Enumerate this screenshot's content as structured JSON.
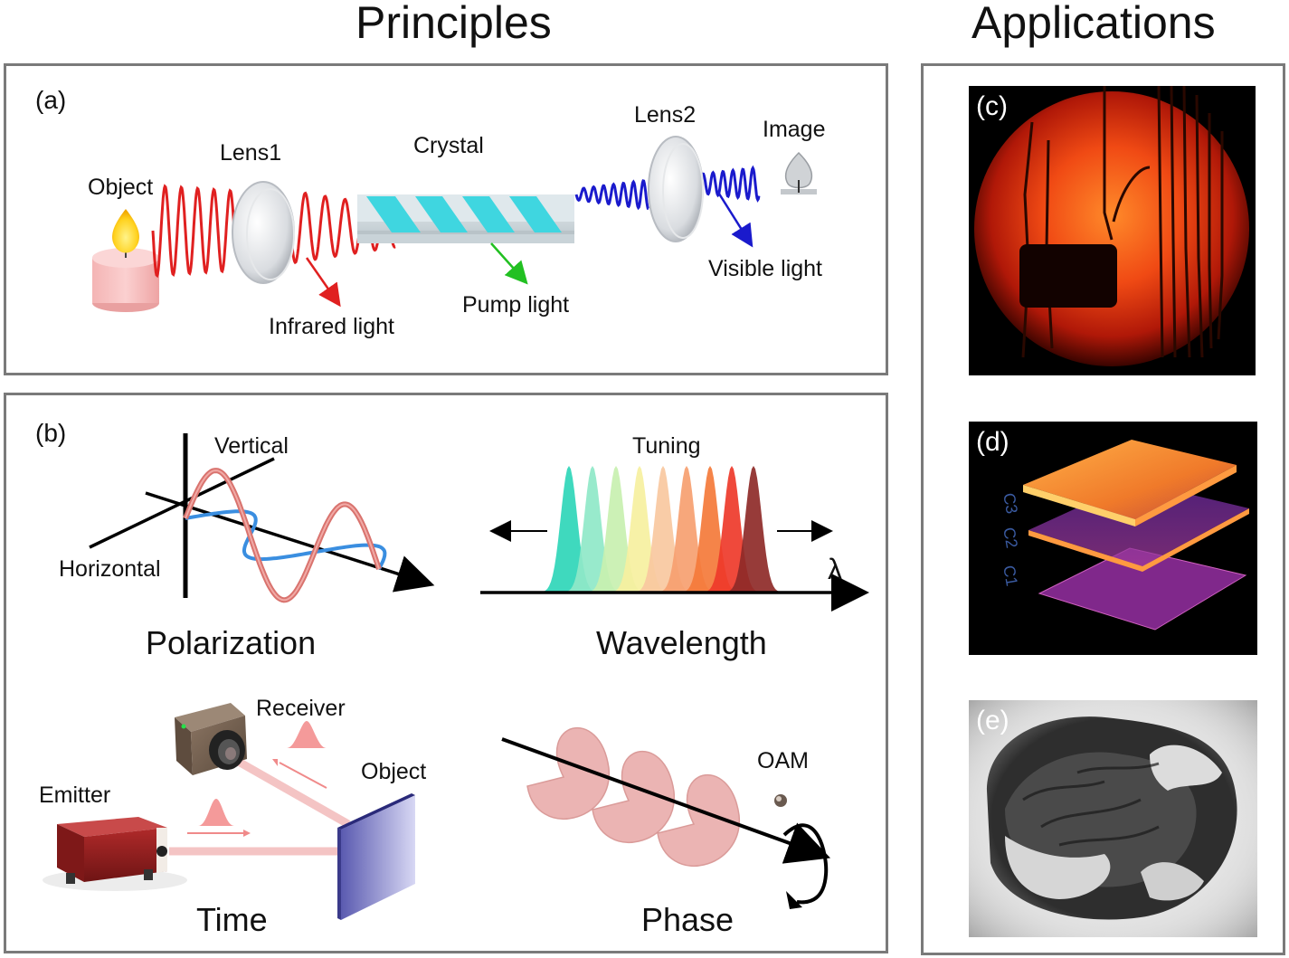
{
  "headings": {
    "principles": "Principles",
    "applications": "Applications"
  },
  "panel_a": {
    "label": "(a)",
    "object": "Object",
    "lens1": "Lens1",
    "crystal": "Crystal",
    "lens2": "Lens2",
    "image": "Image",
    "infrared": "Infrared light",
    "pump": "Pump light",
    "visible": "Visible light"
  },
  "panel_b": {
    "label": "(b)",
    "vertical": "Vertical",
    "horizontal": "Horizontal",
    "polarization": "Polarization",
    "tuning": "Tuning",
    "lambda": "λ",
    "wavelength": "Wavelength",
    "receiver": "Receiver",
    "object": "Object",
    "emitter": "Emitter",
    "time": "Time",
    "oam": "OAM",
    "phase": "Phase"
  },
  "applications": {
    "c_label": "(c)",
    "d_label": "(d)",
    "e_label": "(e)",
    "d_layers": [
      "C3",
      "C2",
      "C1"
    ]
  },
  "colors": {
    "infrared": "#e02020",
    "pump": "#22c022",
    "visible": "#1a1acc",
    "crystal_cyan": "#3fd6e0",
    "frame": "#7a7a7a"
  }
}
